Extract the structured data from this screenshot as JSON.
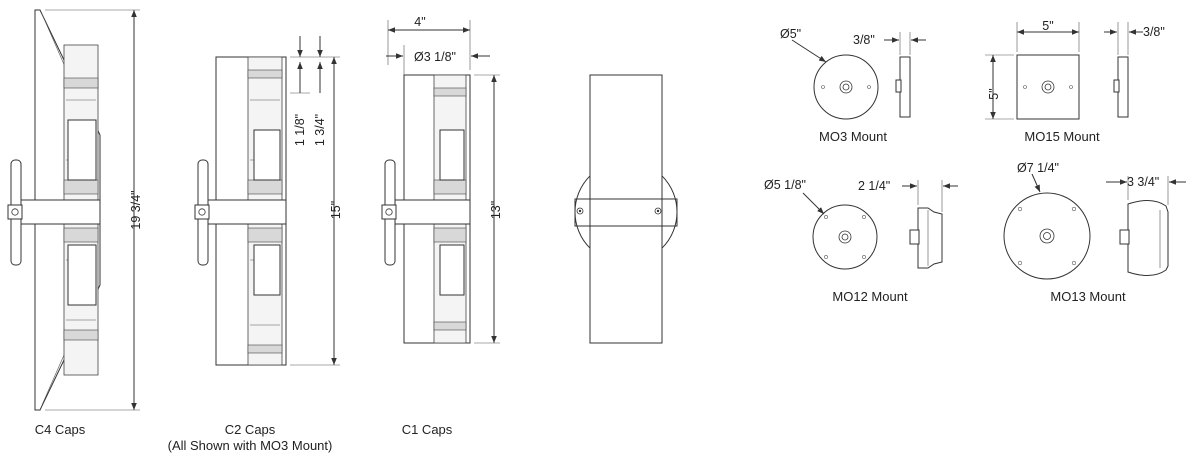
{
  "fixtures": {
    "c4": {
      "caption": "C4 Caps",
      "height_dim": "19 3/4\""
    },
    "c2": {
      "caption": "C2 Caps",
      "caption_note": "(All Shown with MO3 Mount)",
      "height_dim": "15\"",
      "cap_dim_small": "1 1/8\"",
      "cap_dim_large": "1 3/4\""
    },
    "c1": {
      "caption": "C1 Caps",
      "height_dim": "13\"",
      "width_dim": "4\"",
      "diameter_dim": "Ø3 1/8\""
    }
  },
  "mounts": {
    "mo3": {
      "caption": "MO3 Mount",
      "diameter_dim": "Ø5\"",
      "depth_dim": "3/8\""
    },
    "mo15": {
      "caption": "MO15 Mount",
      "width_dim": "5\"",
      "height_dim": "5\"",
      "depth_dim": "3/8\""
    },
    "mo12": {
      "caption": "MO12 Mount",
      "diameter_dim": "Ø5 1/8\"",
      "depth_dim": "2 1/4\""
    },
    "mo13": {
      "caption": "MO13 Mount",
      "diameter_dim": "Ø7 1/4\"",
      "depth_dim": "3 3/4\""
    }
  }
}
